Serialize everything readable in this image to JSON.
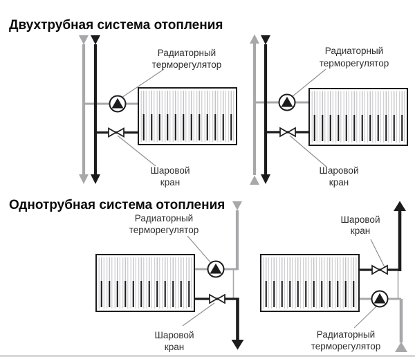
{
  "titles": {
    "two_pipe": "Двухтрубная система отопления",
    "one_pipe": "Однотрубная система отопления"
  },
  "labels": {
    "radiator_thermostat": {
      "line1": "Радиаторный",
      "line2": "терморегулятор"
    },
    "ball_valve": {
      "line1": "Шаровой",
      "line2": "кран"
    }
  },
  "colors": {
    "background": "#ffffff",
    "supply_pipe_gray": "#a8a8ab",
    "return_pipe_black": "#1c1c1e",
    "radiator_fin_gray": "#c9c9cc",
    "radiator_fin_center_gray": "#bebec1",
    "pointer_line_gray": "#8f8f93",
    "label_text": "#2e2e30",
    "title_text": "#0b0b0c",
    "bottom_edge_strip": "#d7d7d9"
  },
  "icons": {
    "flow_arrow_down": "▼ filled triangle arrowhead pointing down",
    "flow_arrow_up": "▲ filled triangle arrowhead pointing up",
    "thermostat_valve": "circle with solid upward triangle inside",
    "ball_valve": "bowtie (two outlined triangles tip to tip)",
    "radiator": "rectangle with 12 vertical fin sections"
  },
  "radiator": {
    "sections": 12
  },
  "diagrams": [
    {
      "system": "two_pipe",
      "position": "top-left",
      "gray_pipe_flow": "down",
      "black_pipe_flow": "down"
    },
    {
      "system": "two_pipe",
      "position": "top-right",
      "gray_pipe_flow": "up",
      "black_pipe_flow": "down"
    },
    {
      "system": "one_pipe",
      "position": "bottom-left",
      "pipe_flow": "down"
    },
    {
      "system": "one_pipe",
      "position": "bottom-right",
      "pipe_flow": "up"
    }
  ]
}
